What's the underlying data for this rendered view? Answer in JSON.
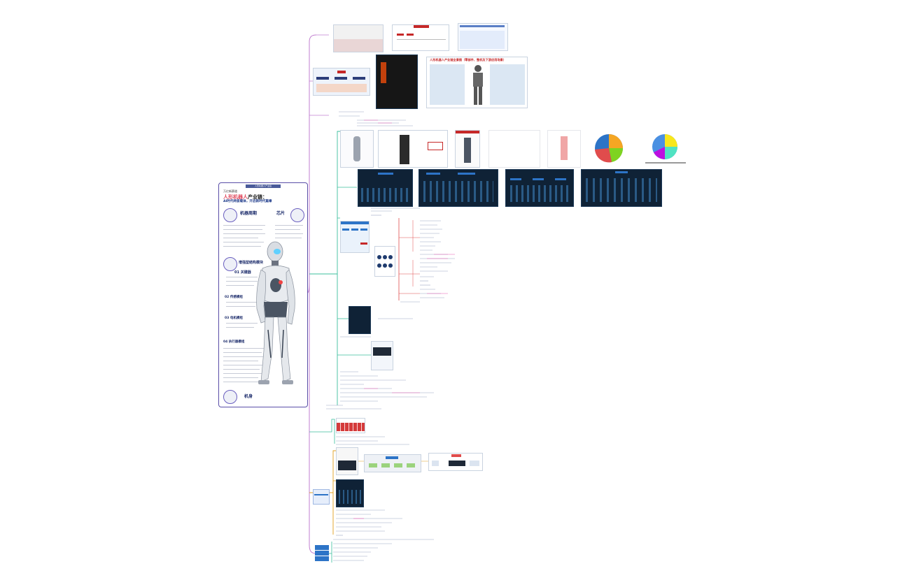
{
  "root_card": {
    "header": "人形机器人产业链",
    "line1": "万亿新赛道",
    "title_plain": "产业链：",
    "title_accent": "人形机器人",
    "subtitle": "AI时代终极载体，开启新时代篇章",
    "sections": {
      "s1": "机器周期",
      "s2": "芯片",
      "s3": "增强型结构模块",
      "s4": "机身",
      "s5": "01 关键器",
      "s6": "02 传感模组",
      "s7": "03 电机模组",
      "s8": "04 执行器模组"
    }
  },
  "labels": {
    "banner_red": "人形机器人产业链全景图（零部件、整机及下游应用场景）"
  },
  "colors": {
    "root_border": "#5a4ea8",
    "trunk": "#c27fd0",
    "branch_teal": "#3bbf9e",
    "branch_orange": "#e0a020",
    "branch_red": "#e04c4c",
    "accent_blue": "#2d74c7"
  }
}
